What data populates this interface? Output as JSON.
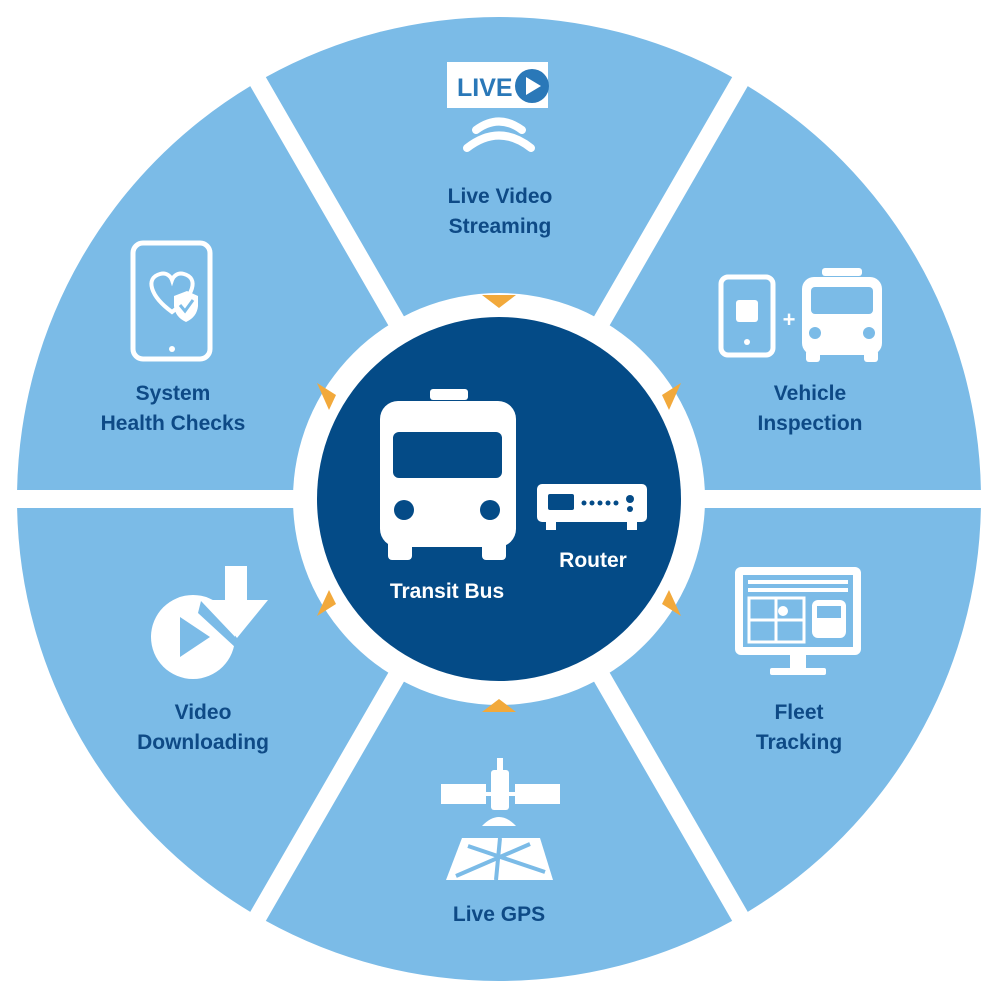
{
  "colors": {
    "segment": "#7bbbe7",
    "hub": "#044b87",
    "label": "#0e4a86",
    "accent": "#f2a93b",
    "icon": "#ffffff",
    "live_text": "#2a78b8"
  },
  "hub": {
    "bus_label": "Transit Bus",
    "router_label": "Router",
    "bus_icon": "bus-icon",
    "router_icon": "router-icon"
  },
  "segments": [
    {
      "id": "live-video",
      "line1": "Live Video",
      "line2": "Streaming",
      "icon": "live-stream-icon",
      "badge": "LIVE"
    },
    {
      "id": "vehicle-inspection",
      "line1": "Vehicle",
      "line2": "Inspection",
      "icon": "phone-plus-bus-icon",
      "plus": "+"
    },
    {
      "id": "fleet-tracking",
      "line1": "Fleet",
      "line2": "Tracking",
      "icon": "monitor-map-icon"
    },
    {
      "id": "live-gps",
      "line1": "Live GPS",
      "line2": "",
      "icon": "satellite-map-icon"
    },
    {
      "id": "video-downloading",
      "line1": "Video",
      "line2": "Downloading",
      "icon": "video-download-icon"
    },
    {
      "id": "system-health",
      "line1": "System",
      "line2": "Health Checks",
      "icon": "phone-health-icon"
    }
  ]
}
